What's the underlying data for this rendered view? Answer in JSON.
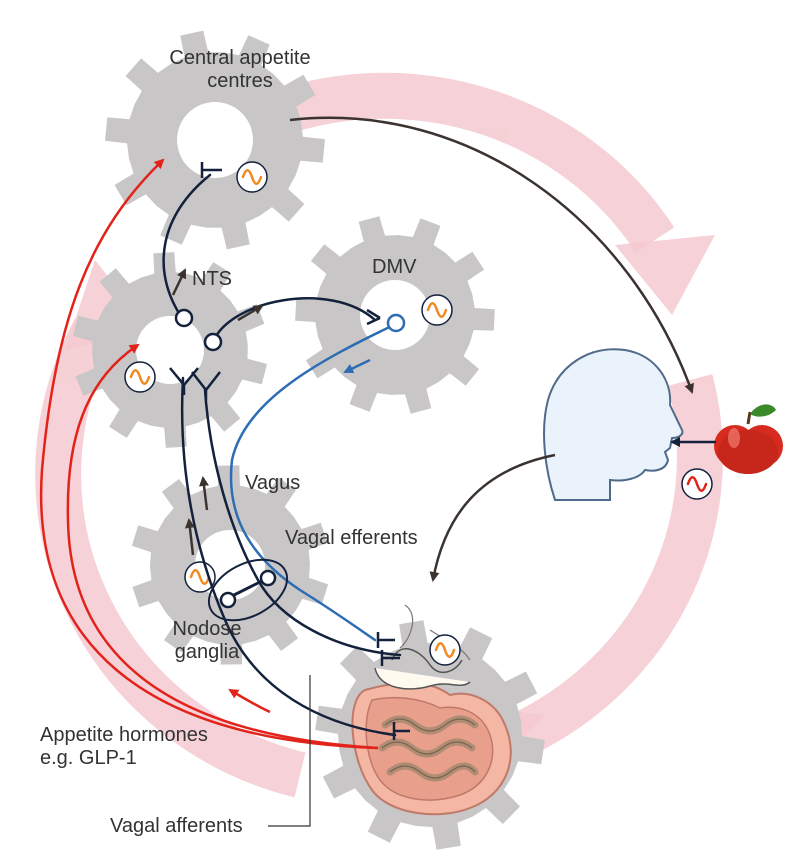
{
  "labels": {
    "central_appetite_line1": "Central appetite",
    "central_appetite_line2": "centres",
    "nts": "NTS",
    "dmv": "DMV",
    "vagus": "Vagus",
    "vagal_efferents": "Vagal efferents",
    "nodose_line1": "Nodose",
    "nodose_line2": "ganglia",
    "appetite_hormones_line1": "Appetite hormones",
    "appetite_hormones_line2": "e.g. GLP-1",
    "vagal_afferents": "Vagal afferents"
  },
  "colors": {
    "gear": "#c8c6c6",
    "cycle_arrow": "#f4c9d0",
    "afferent_nerve": "#14213d",
    "efferent_nerve": "#2e6db4",
    "hormone_arrow": "#e2231a",
    "signal_arrow": "#3b3330",
    "oscillation_orange": "#f08a24",
    "oscillation_red": "#e2231a"
  }
}
